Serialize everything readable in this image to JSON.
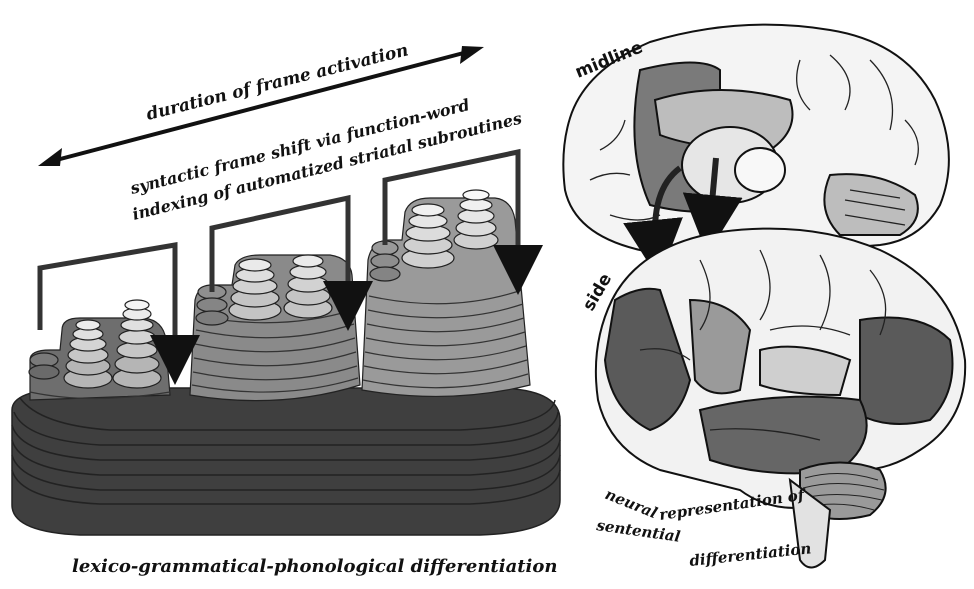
{
  "labels": {
    "duration": "duration of frame activation",
    "syntactic_line1": "syntactic frame shift via function-word",
    "syntactic_line2": "indexing of automatized striatal subroutines",
    "bottom": "lexico-grammatical-phonological differentiation",
    "midline": "midline",
    "side": "side",
    "neural_1": "neural",
    "neural_2": "representation of",
    "neural_3": "sentential",
    "neural_4": "differentiation"
  },
  "colors": {
    "dark": "#4a4a4a",
    "mid": "#808080",
    "light": "#c8c8c8",
    "white": "#f2f2f2",
    "line": "#111111"
  }
}
